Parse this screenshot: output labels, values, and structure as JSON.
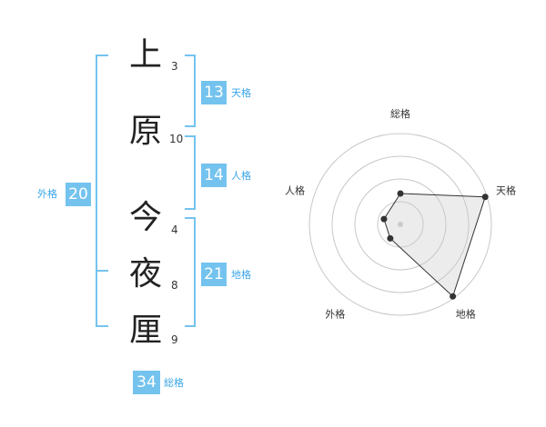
{
  "name_chars": [
    "上",
    "原",
    "今",
    "夜",
    "厘"
  ],
  "strokes": [
    "3",
    "10",
    "4",
    "8",
    "9"
  ],
  "fortunes": {
    "tenkaku": {
      "value": "13",
      "label": "天格"
    },
    "jinkaku": {
      "value": "14",
      "label": "人格"
    },
    "chikaku": {
      "value": "21",
      "label": "地格"
    },
    "gaikaku": {
      "value": "20",
      "label": "外格"
    },
    "soukaku": {
      "value": "34",
      "label": "総格"
    }
  },
  "colors": {
    "accent": "#74c3ef",
    "accent_text": "#3aa5e8"
  },
  "chart_data": {
    "type": "radar",
    "axes": [
      "総格",
      "天格",
      "地格",
      "外格",
      "人格"
    ],
    "values": [
      0.34,
      0.98,
      0.98,
      0.19,
      0.19
    ],
    "rings": 4,
    "grid": true
  }
}
